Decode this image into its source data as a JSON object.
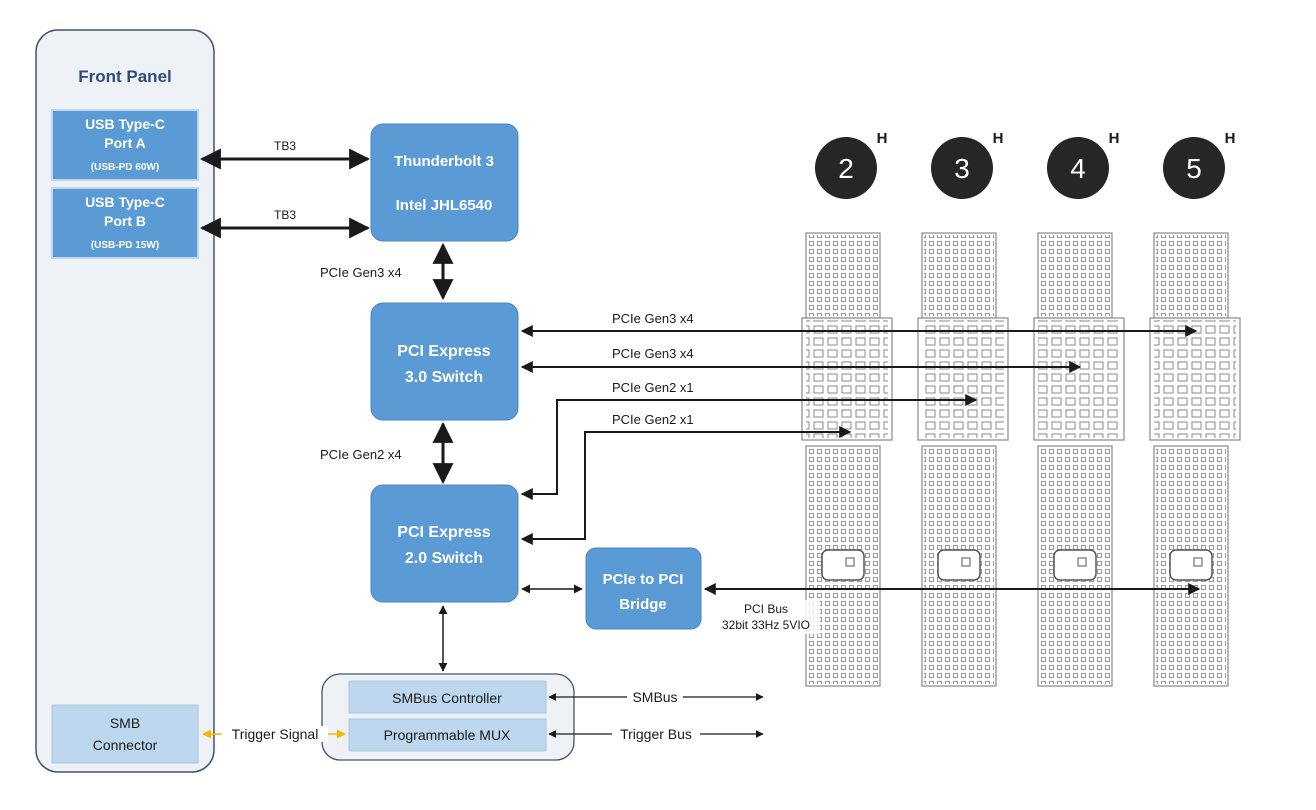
{
  "colors": {
    "chip_blue": "#5b9bd5",
    "chip_stroke": "#4a86bf",
    "port_blue": "#5b9bd5",
    "panel_fill": "#eef1f6",
    "panel_stroke": "#44546a",
    "light_box": "#bdd7ee",
    "arrow": "#1a1a1a",
    "trigger_arrow": "#f5b800",
    "slot_badge": "#262626",
    "connector_gray": "#999999"
  },
  "front_panel": {
    "title": "Front Panel",
    "port_a": {
      "line1": "USB Type-C",
      "line2": "Port A",
      "line3": "(USB-PD 60W)"
    },
    "port_b": {
      "line1": "USB Type-C",
      "line2": "Port B",
      "line3": "(USB-PD 15W)"
    },
    "smb": {
      "line1": "SMB",
      "line2": "Connector"
    }
  },
  "chips": {
    "thunderbolt": {
      "line1": "Thunderbolt 3",
      "line2": "Intel JHL6540"
    },
    "pcie3_switch": {
      "line1": "PCI Express",
      "line2": "3.0 Switch"
    },
    "pcie2_switch": {
      "line1": "PCI Express",
      "line2": "2.0 Switch"
    },
    "bridge": {
      "line1": "PCIe to PCI",
      "line2": "Bridge"
    }
  },
  "controller_group": {
    "smbus_controller": "SMBus Controller",
    "programmable_mux": "Programmable MUX"
  },
  "links": {
    "tb3_a": "TB3",
    "tb3_b": "TB3",
    "tb_to_switch": "PCIe Gen3 x4",
    "switch3_to_switch2": "PCIe Gen2 x4",
    "slot5_link": "PCIe Gen3 x4",
    "slot4_link": "PCIe Gen3 x4",
    "slot3_link": "PCIe Gen2 x1",
    "slot2_link": "PCIe Gen2 x1",
    "pci_bus_line1": "PCI Bus",
    "pci_bus_line2": "32bit 33Hz 5VIO",
    "smbus": "SMBus",
    "trigger_bus": "Trigger Bus",
    "trigger_signal": "Trigger Signal"
  },
  "slots": [
    {
      "number": "2",
      "sup": "H"
    },
    {
      "number": "3",
      "sup": "H"
    },
    {
      "number": "4",
      "sup": "H"
    },
    {
      "number": "5",
      "sup": "H"
    }
  ]
}
